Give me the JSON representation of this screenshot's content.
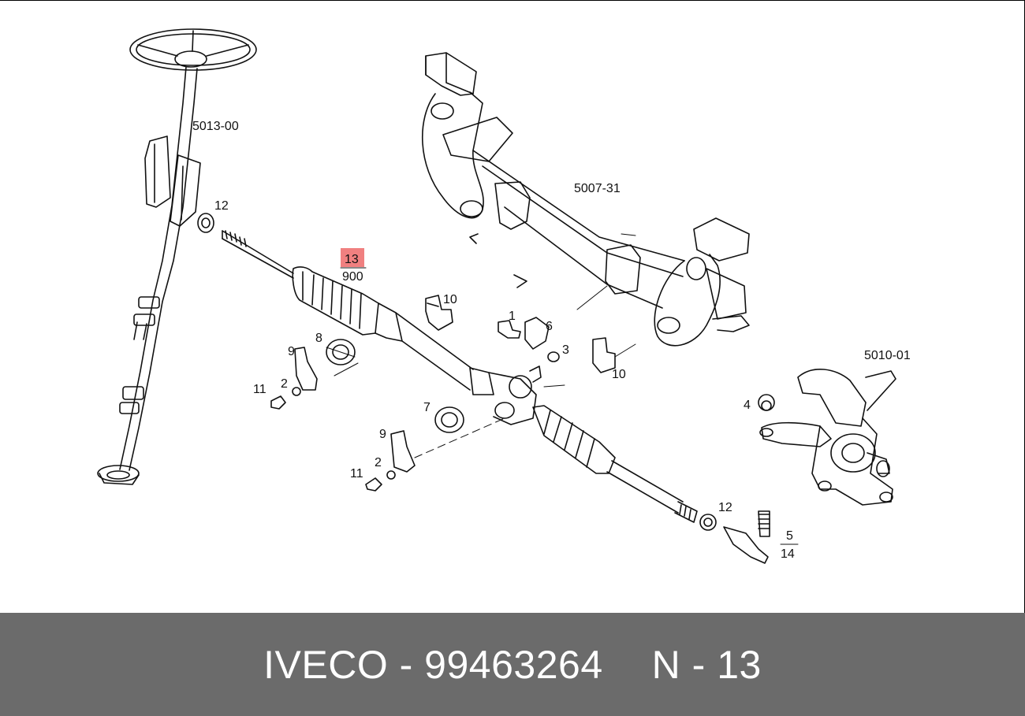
{
  "diagram": {
    "labels": {
      "steering_column": "5013-00",
      "axle_beam": "5007-31",
      "steering_knuckle": "5010-01",
      "nut_12_top": "12",
      "nut_12_bottom": "12",
      "part_13": "13",
      "part_900": "900",
      "bracket_10_top": "10",
      "bracket_10_right": "10",
      "bolt_1": "1",
      "clamp_6": "6",
      "nut_3": "3",
      "bush_8": "8",
      "clamp_9_top": "9",
      "clamp_9_bottom": "9",
      "bolt_11_top": "11",
      "bolt_11_bottom": "11",
      "washer_2_top": "2",
      "washer_2_bottom": "2",
      "bush_7": "7",
      "nut_4": "4",
      "tie_rod_end_5": "5",
      "tie_rod_end_14": "14"
    },
    "highlight_color": "#f08080"
  },
  "footer": {
    "part_text": "IVECO - 99463264",
    "ref_text": "N - 13",
    "background": "#6b6b6b"
  }
}
